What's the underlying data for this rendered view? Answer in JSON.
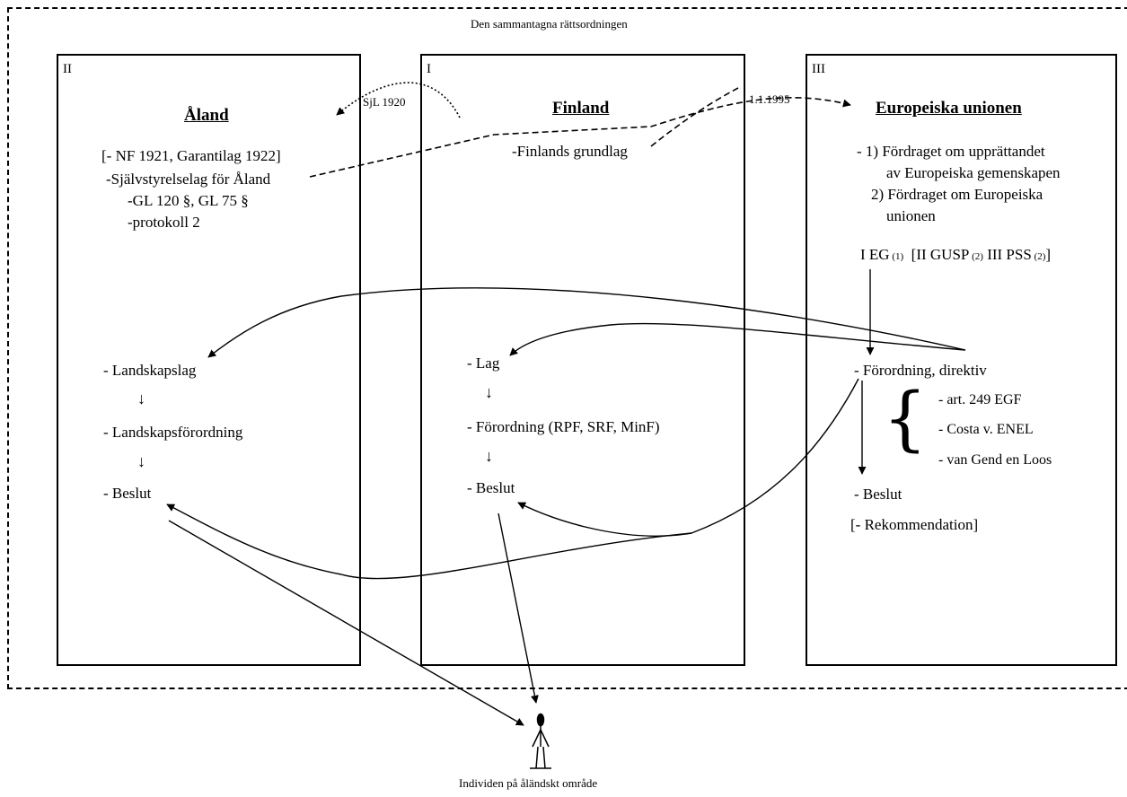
{
  "diagram": {
    "outer_title": "Den sammantagna rättsordningen",
    "individual_label": "Individen på åländskt område",
    "arrow_labels": {
      "sjl": "SjL 1920",
      "date": "1.1.1995"
    },
    "aland": {
      "roman": "II",
      "title": "Åland",
      "lines": [
        "[- NF 1921, Garantilag 1922]",
        "-Självstyrelselag för Åland",
        "-GL 120 §, GL 75 §",
        "-protokoll 2"
      ],
      "hierarchy": [
        "- Landskapslag",
        "- Landskapsförordning",
        "- Beslut"
      ],
      "down_arrow": "↓"
    },
    "finland": {
      "roman": "I",
      "title": "Finland",
      "lines": [
        "-Finlands grundlag"
      ],
      "hierarchy": [
        "- Lag",
        "- Förordning (RPF, SRF, MinF)",
        "- Beslut"
      ],
      "down_arrow": "↓"
    },
    "eu": {
      "roman": "III",
      "title": "Europeiska unionen",
      "treaties": [
        "- 1) Fördraget om upprättandet",
        "av Europeiska gemenskapen",
        "2) Fördraget om Europeiska",
        "unionen"
      ],
      "pillars": {
        "p1": "I EG",
        "p1_sub": "(1)",
        "p2": "[II GUSP",
        "p2_sub": "(2)",
        "p3": "III PSS",
        "p3_sub": "(2)",
        "close": "]"
      },
      "hierarchy": [
        "- Förordning, direktiv",
        "- Beslut",
        "[- Rekommendation]"
      ],
      "brace": "{",
      "cases": [
        "- art. 249 EGF",
        "- Costa v. ENEL",
        "- van Gend en Loos"
      ]
    }
  }
}
